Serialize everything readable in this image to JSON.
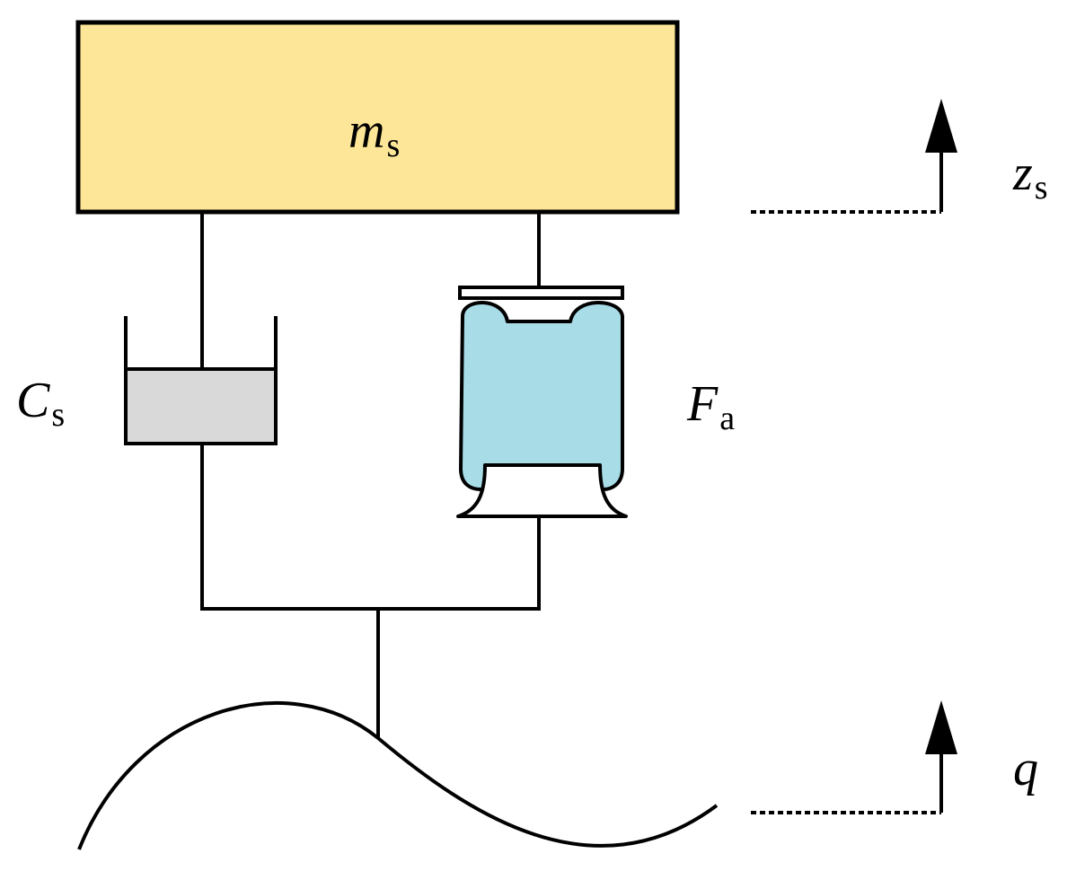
{
  "colors": {
    "mass_fill": "#FDE697",
    "damper_fill": "#D9D9D9",
    "airspring_fill": "#A8DDE8",
    "stroke": "#000000"
  },
  "labels": {
    "mass": {
      "symbol": "m",
      "subscript": "s"
    },
    "damper": {
      "symbol": "C",
      "subscript": "s"
    },
    "actuator": {
      "symbol": "F",
      "subscript": "a"
    },
    "body_displacement": {
      "symbol": "z",
      "subscript": "s"
    },
    "road_input": {
      "symbol": "q",
      "subscript": ""
    }
  }
}
